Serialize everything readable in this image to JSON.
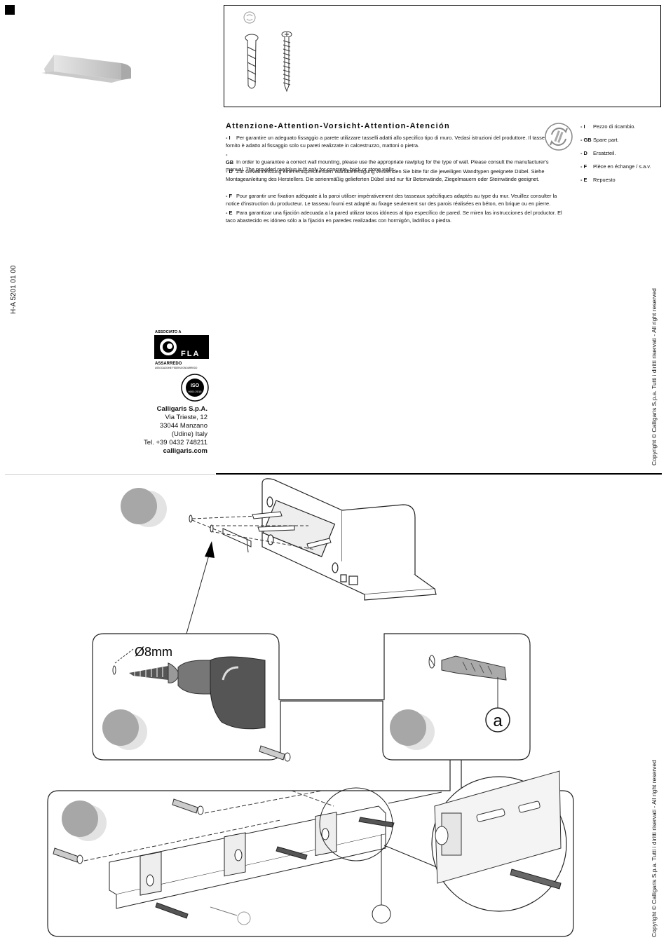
{
  "doc_code": "H-A 5201 01 00",
  "warning": {
    "title": "Attenzione-Attention-Vorsicht-Attention-Atención",
    "items": [
      {
        "code": "- I",
        "text": "Per garantire un adeguato fissaggio a parete utilizzare tasselli adatti allo specifico tipo di muro. Vedasi istruzioni del produttore. Il tassello fornito è adatto al fissaggio solo su pareti realizzate in calcestruzzo, mattoni o pietra."
      },
      {
        "code": "- GB",
        "text": "In order to guarantee a correct wall mounting, please use the appropriate rawlplug for the type of wall. Please consult the manufacturer's manual. The provided rawlplug is fit only for concrete, brick or stone walls."
      },
      {
        "code": "- D",
        "text": "Zur Gewährleistung einer entsprechenden Wandbefestigung verwenden Sie bitte für die jeweiligen Wandtypen geeignete Dübel.  Siehe Montageanleitung des Herstellers. Die serienmäßig gelieferten Dübel sind nur für Betonwände, Ziegelmauern oder Steinwände geeignet."
      },
      {
        "code": "- F",
        "text": "Pour garantir une fixation adéquate à la paroi utiliser impérativement des tasseaux spécifiques adaptés au type du mur. Veuillez consulter la notice d'instruction du producteur. Le tasseau fourni est adapté au fixage seulement sur des parois réalisées en béton, en brique ou en pierre."
      },
      {
        "code": "- E",
        "text": "Para garantizar una fijación adecuada a la pared utilizar tacos idóneos al tipo específico de pared. Se miren las instrucciones del productor. El taco abastecido es idóneo sólo a la fijación en paredes realizadas con hormigón, ladrillos o piedra."
      }
    ]
  },
  "spare": [
    {
      "code": "- I",
      "text": "Pezzo di ricambio."
    },
    {
      "code": "- GB",
      "text": "Spare part."
    },
    {
      "code": "- D",
      "text": "Ersatzteil."
    },
    {
      "code": "- F",
      "text": "Pièce en échange / s.a.v."
    },
    {
      "code": "- E",
      "text": "Repuesto"
    }
  ],
  "fla_logo": {
    "top": "ASSOCIATO A",
    "name": "FLA",
    "sub": "ASSARREDO",
    "sub2": "ASSOCIAZIONE FEDERLEGNOARREDO"
  },
  "iso_badge": {
    "name": "ISO",
    "code": "9001:2015"
  },
  "company": {
    "name": "Calligaris S.p.A.",
    "street": "Via Trieste, 12",
    "city": "33044 Manzano",
    "region": "(Udine) Italy",
    "tel": "Tel. +39 0432 748211",
    "web": "calligaris.com"
  },
  "copyright": "Copyright © Calligaris S.p.a.  Tutti i diritti riservati - All right reserved",
  "drill": {
    "label": "Ø8mm"
  },
  "part_label": "a"
}
